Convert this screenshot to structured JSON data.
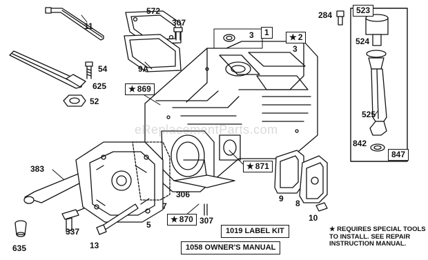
{
  "part_labels": {
    "p11": "11",
    "p572": "572",
    "p307a": "307",
    "p3a": "3",
    "p1": "1",
    "p2": "2",
    "p3b": "3",
    "p284": "284",
    "p523": "523",
    "p524": "524",
    "p54": "54",
    "p9A": "9A",
    "p625": "625",
    "p52": "52",
    "p869": "869",
    "p525": "525",
    "p842": "842",
    "p847": "847",
    "p871": "871",
    "p383": "383",
    "p306": "306",
    "p9": "9",
    "p8": "8",
    "p7": "7",
    "p10": "10",
    "p5": "5",
    "p870": "870",
    "p307b": "307",
    "p337": "337",
    "p13": "13",
    "p635": "635"
  },
  "star_symbol": "★",
  "kits": {
    "label_kit": "1019 LABEL KIT",
    "owners_manual": "1058 OWNER'S MANUAL"
  },
  "note": {
    "line1": "★ REQUIRES SPECIAL TOOLS",
    "line2": "TO INSTALL.  SEE REPAIR",
    "line3": "INSTRUCTION MANUAL."
  },
  "watermark": "eReplacementParts.com"
}
